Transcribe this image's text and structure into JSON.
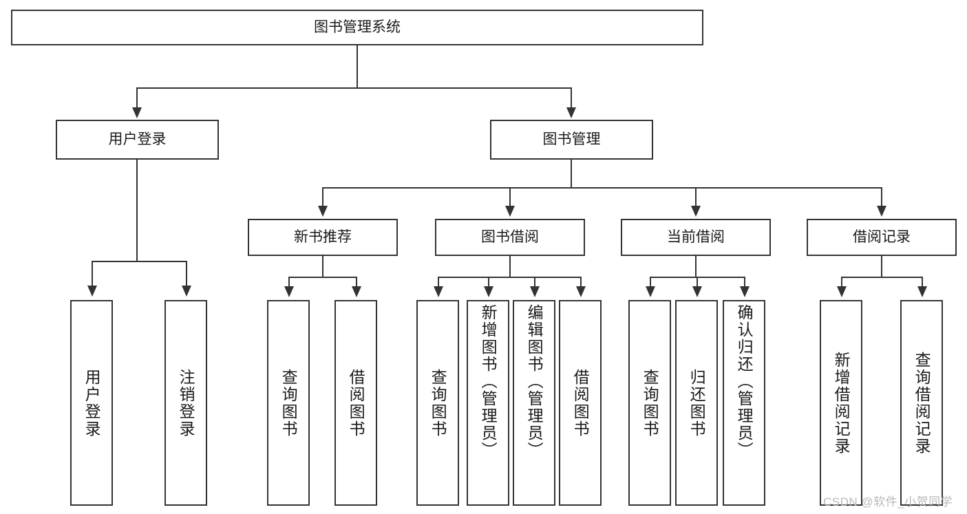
{
  "diagram": {
    "type": "hierarchy-tree",
    "title": "图书管理系统",
    "root": {
      "id": "root",
      "label": "图书管理系统"
    },
    "level1": [
      {
        "id": "user-login",
        "label": "用户登录"
      },
      {
        "id": "book-manage",
        "label": "图书管理"
      }
    ],
    "level2": [
      {
        "id": "new-book-recommend",
        "label": "新书推荐",
        "parent": "book-manage"
      },
      {
        "id": "book-borrow",
        "label": "图书借阅",
        "parent": "book-manage"
      },
      {
        "id": "current-borrow",
        "label": "当前借阅",
        "parent": "book-manage"
      },
      {
        "id": "borrow-record",
        "label": "借阅记录",
        "parent": "book-manage"
      }
    ],
    "leaves": {
      "user_login": [
        {
          "id": "leaf-user-login",
          "label": "用户登录"
        },
        {
          "id": "leaf-logout",
          "label": "注销登录"
        }
      ],
      "new_book_recommend": [
        {
          "id": "leaf-query-book-1",
          "label": "查询图书"
        },
        {
          "id": "leaf-borrow-book-1",
          "label": "借阅图书"
        }
      ],
      "book_borrow": [
        {
          "id": "leaf-query-book-2",
          "label": "查询图书"
        },
        {
          "id": "leaf-add-book",
          "label": "新增图书（管理员）"
        },
        {
          "id": "leaf-edit-book",
          "label": "编辑图书（管理员）"
        },
        {
          "id": "leaf-borrow-book-2",
          "label": "借阅图书"
        }
      ],
      "current_borrow": [
        {
          "id": "leaf-query-book-3",
          "label": "查询图书"
        },
        {
          "id": "leaf-return-book",
          "label": "归还图书"
        },
        {
          "id": "leaf-confirm-return",
          "label": "确认归还（管理员）"
        }
      ],
      "borrow_record": [
        {
          "id": "leaf-add-record",
          "label": "新增借阅记录"
        },
        {
          "id": "leaf-query-record",
          "label": "查询借阅记录"
        }
      ]
    }
  },
  "watermark": {
    "text": "CSDN @软件_小贺同学"
  },
  "colors": {
    "stroke": "#333333",
    "fill": "#ffffff",
    "text": "#1a1a1a",
    "watermark": "#b9b9b9"
  }
}
